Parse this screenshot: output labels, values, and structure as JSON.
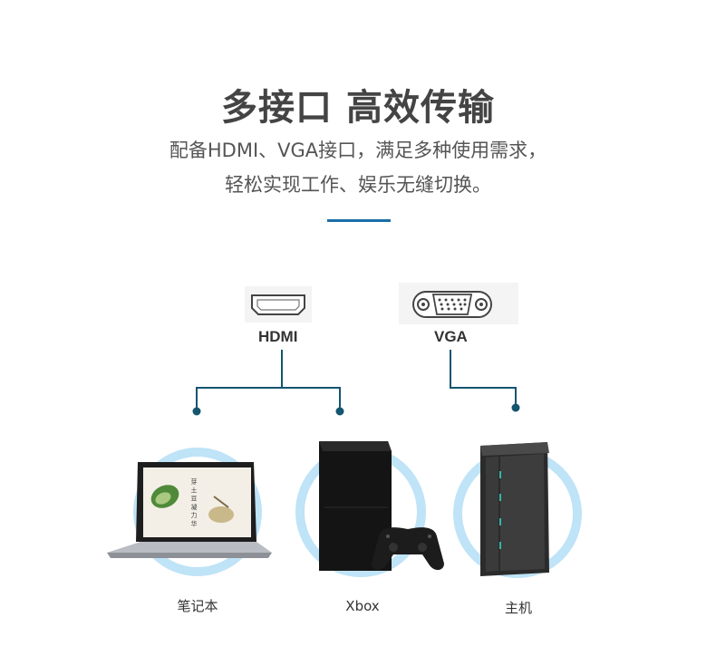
{
  "heading": {
    "title": "多接口 高效传输",
    "subtitle_line1": "配备HDMI、VGA接口，满足多种使用需求，",
    "subtitle_line2": "轻松实现工作、娱乐无缝切换。"
  },
  "ports": [
    {
      "label": "HDMI",
      "icon": "hdmi-port-icon"
    },
    {
      "label": "VGA",
      "icon": "vga-port-icon"
    }
  ],
  "devices": [
    {
      "label": "笔记本",
      "icon": "laptop-icon"
    },
    {
      "label": "Xbox",
      "icon": "game-console-icon"
    },
    {
      "label": "主机",
      "icon": "desktop-tower-icon"
    }
  ],
  "laptop_screen_text": "芽 土 豆 凝 力 华",
  "colors": {
    "accent": "#1a6fa8",
    "connector_line": "#14556f",
    "halo": "#bfe3f7"
  }
}
